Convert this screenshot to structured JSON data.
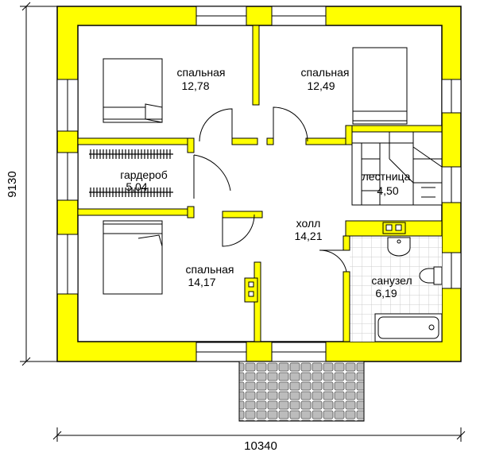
{
  "dimensions": {
    "width": "10340",
    "height": "9130"
  },
  "rooms": [
    {
      "id": "bedroom-top-left",
      "name": "спальная",
      "area": "12,78"
    },
    {
      "id": "bedroom-top-right",
      "name": "спальная",
      "area": "12,49"
    },
    {
      "id": "wardrobe",
      "name": "гардероб",
      "area": "5,04"
    },
    {
      "id": "stairs",
      "name": "лестница",
      "area": "4,50"
    },
    {
      "id": "hall",
      "name": "холл",
      "area": "14,21"
    },
    {
      "id": "bedroom-bottom-left",
      "name": "спальная",
      "area": "14,17"
    },
    {
      "id": "bathroom",
      "name": "санузел",
      "area": "6,19"
    }
  ],
  "colors": {
    "wall": "#ffff00",
    "wall_outline": "#000000",
    "floor": "#ffffff",
    "tile_grid": "#cfcfcf",
    "window_fill": "#ffffff"
  }
}
